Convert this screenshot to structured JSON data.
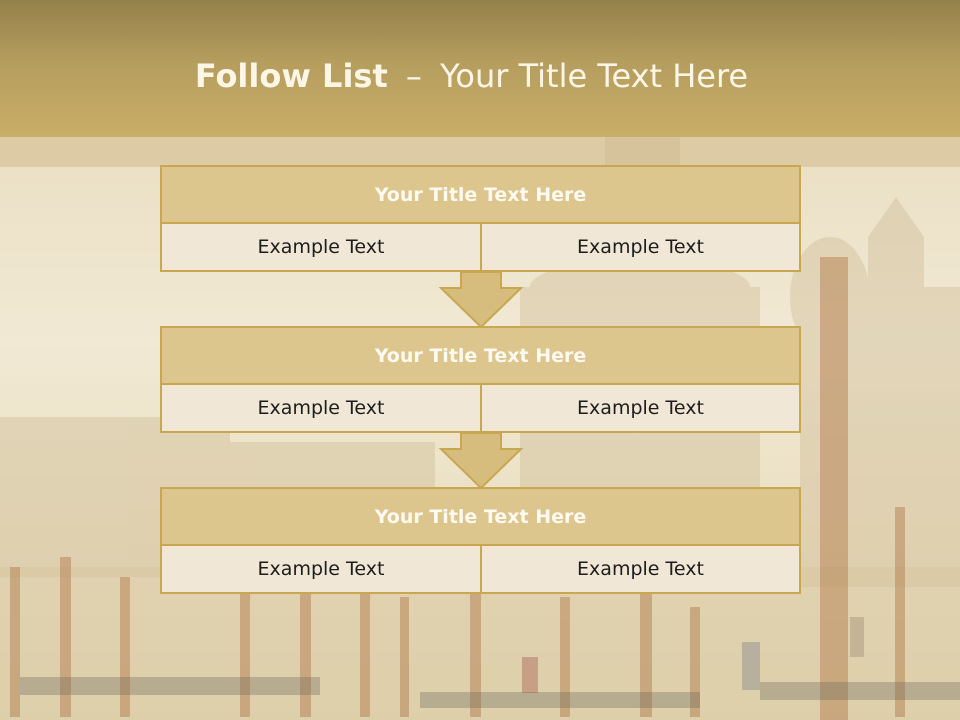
{
  "slide": {
    "title_bold": "Follow List",
    "title_dash": "–",
    "title_rest": "Your Title Text Here"
  },
  "blocks": [
    {
      "title": "Your Title Text Here",
      "left_text": "Example Text",
      "right_text": "Example Text"
    },
    {
      "title": "Your Title Text Here",
      "left_text": "Example Text",
      "right_text": "Example Text"
    },
    {
      "title": "Your Title Text Here",
      "left_text": "Example Text",
      "right_text": "Example Text"
    }
  ],
  "colors": {
    "header_band": "#b59d5e",
    "block_title_fill": "#dcc68e",
    "block_border": "#c8a750",
    "cell_fill": "#f0e7d6",
    "arrow_fill": "#d6bd7e"
  },
  "icons": [
    "down-arrow-icon"
  ]
}
